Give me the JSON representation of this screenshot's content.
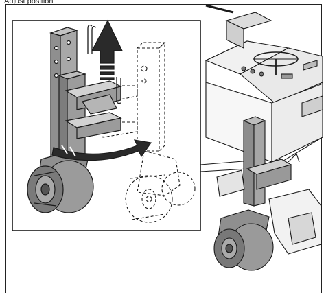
{
  "caption": "Adjust position",
  "icons": [
    "caster-wheel-assembly",
    "lift-arrow",
    "swing-arrow",
    "lock-pin",
    "machine-cab"
  ],
  "colors": {
    "part_fill": "#9b9b9b",
    "part_dark": "#6a6a6a",
    "line": "#1a1a1a",
    "background": "#ffffff"
  }
}
